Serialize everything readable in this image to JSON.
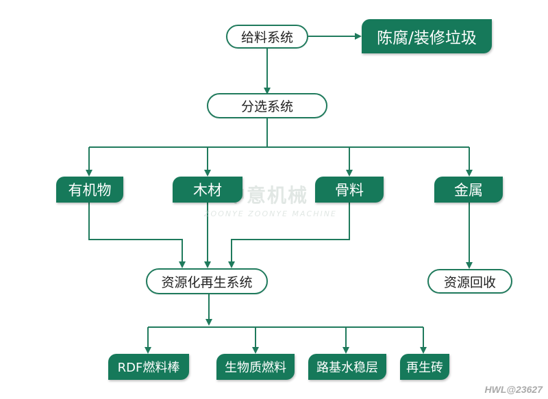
{
  "nodes": {
    "feed": "给料系统",
    "waste": "陈腐/装修垃圾",
    "sorting": "分选系统",
    "organic": "有机物",
    "wood": "木材",
    "aggregate": "骨料",
    "metal": "金属",
    "recycle_system": "资源化再生系统",
    "recovery": "资源回收",
    "rdf": "RDF燃料棒",
    "biomass": "生物质燃料",
    "roadbase": "路基水稳层",
    "brick": "再生砖"
  },
  "watermark": {
    "logo": "ⵥ",
    "brand_cn": "中意机械",
    "brand_en": "ZOONYE ZOONYE MACHINE"
  },
  "credit": "HWL@23627",
  "colors": {
    "accent": "#16795a",
    "line": "#1f7a5c",
    "pill_border": "#1f7a5c"
  }
}
